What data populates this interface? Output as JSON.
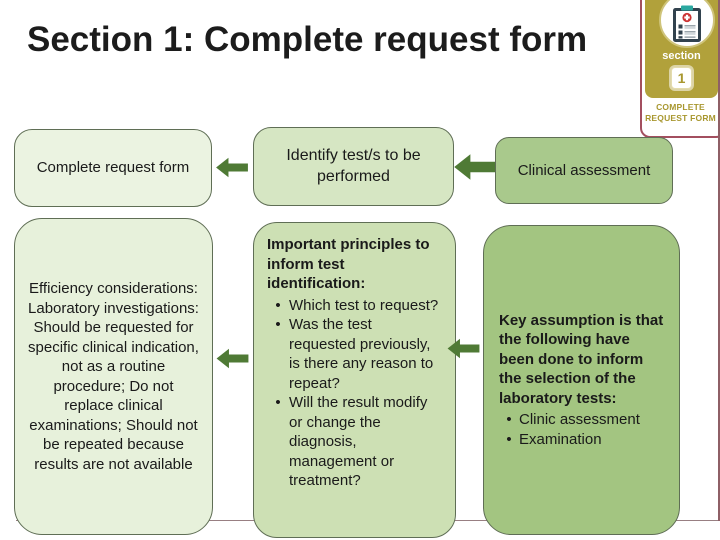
{
  "title": "Section 1: Complete request form",
  "badge": {
    "section_label": "section",
    "number": "1",
    "caption": "COMPLETE REQUEST FORM"
  },
  "boxes": {
    "complete_request_form": "Complete request form",
    "identify_tests": "Identify test/s to be performed",
    "clinical_assessment": "Clinical assessment",
    "efficiency": "Efficiency considerations: Laboratory investigations: Should be requested for specific clinical indication, not as a routine procedure; Do not replace clinical examinations; Should not be repeated because results are not available",
    "principles": {
      "heading": "Important principles to inform test identification:",
      "bullets": [
        "Which test to request?",
        "Was the test requested previously, is there any reason to repeat?",
        "Will the result modify or change the diagnosis, management or treatment?"
      ]
    },
    "key_assumption": {
      "heading": "Key assumption is that the following have been done to inform the selection of the laboratory tests:",
      "bullets": [
        "Clinic assessment",
        "Examination"
      ]
    }
  },
  "colors": {
    "arrow_green": "#4f7a35",
    "box_light_green": "#ebf3e1",
    "box_mid_green": "#cde0b4",
    "box_dark_green": "#a3c581",
    "badge_gold": "#b1a13b",
    "badge_text_gold": "#a8972f",
    "frame_maroon": "#987f82"
  }
}
